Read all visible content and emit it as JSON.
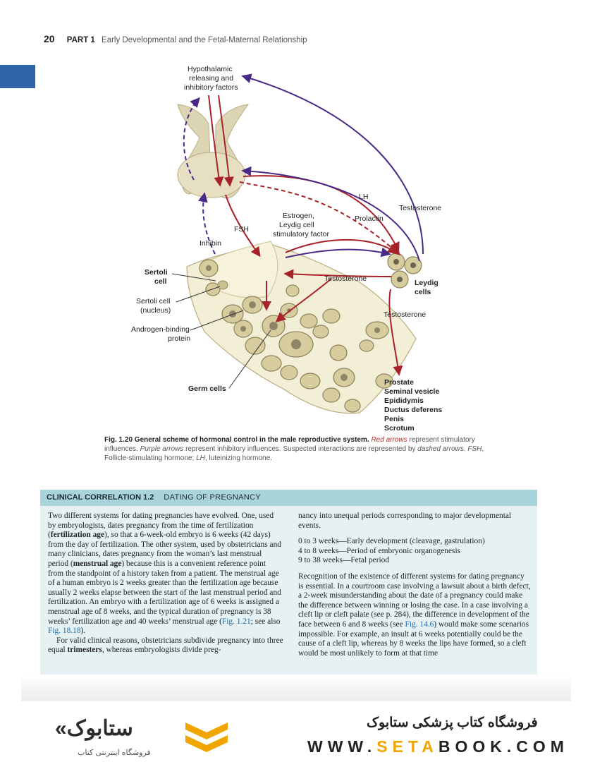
{
  "header": {
    "page_number": "20",
    "part": "PART 1",
    "title": "Early Developmental and the Fetal-Maternal Relationship"
  },
  "figure": {
    "labels": {
      "hypothalamic_1": "Hypothalamic",
      "hypothalamic_2": "releasing and",
      "hypothalamic_3": "inhibitory factors",
      "lh": "LH",
      "testosterone_top": "Testosterone",
      "prolactin": "Prolactin",
      "estrogen_1": "Estrogen,",
      "estrogen_2": "Leydig cell",
      "estrogen_3": "stimulatory factor",
      "fsh": "FSH",
      "inhibin": "Inhibin",
      "sertoli_1": "Sertoli",
      "sertoli_2": "cell",
      "sertoli_nucleus_1": "Sertoli cell",
      "sertoli_nucleus_2": "(nucleus)",
      "abp_1": "Androgen-binding",
      "abp_2": "protein",
      "germ_cells": "Germ cells",
      "testosterone_mid": "Testosterone",
      "leydig_1": "Leydig",
      "leydig_2": "cells",
      "testosterone_low": "Testosterone",
      "target_1": "Prostate",
      "target_2": "Seminal vesicle",
      "target_3": "Epididymis",
      "target_4": "Ductus deferens",
      "target_5": "Penis",
      "target_6": "Scrotum"
    },
    "colors": {
      "stimulatory": "#a8222a",
      "inhibitory": "#4a2a86",
      "tissue": "#f3eed6",
      "cell": "#d9cfa6"
    }
  },
  "caption": {
    "label": "Fig. 1.20",
    "title": "General scheme of hormonal control in the male reproductive system.",
    "red_arrows": "Red arrows",
    "text_1": " represent stimulatory influences. ",
    "purple_arrows": "Purple arrows",
    "text_2": " represent inhibitory influences. Suspected interactions are represented by ",
    "dashed_arrows": "dashed arrows",
    "text_3": ". ",
    "fsh": "FSH",
    "text_4": ", Follicle-stimulating hormone; ",
    "lh": "LH",
    "text_5": ", luteinizing hormone."
  },
  "box": {
    "label": "CLINICAL CORRELATION 1.2",
    "title": "DATING OF PREGNANCY",
    "left_p1_a": "Two different systems for dating pregnancies have evolved. One, used by embryologists, dates pregnancy from the time of fertilization (",
    "left_p1_b": "fertilization age",
    "left_p1_c": "), so that a 6-week-old embryo is 6 weeks (42 days) from the day of fertilization. The other system, used by obstetricians and many clinicians, dates pregnancy from the woman’s last menstrual period (",
    "left_p1_d": "menstrual age",
    "left_p1_e": ") because this is a convenient reference point from the standpoint of a history taken from a patient. The menstrual age of a human embryo is 2 weeks greater than the fertilization age because usually 2 weeks elapse between the start of the last menstrual period and fertilization. An embryo with a fertilization age of 6 weeks is assigned a menstrual age of 8 weeks, and the typical duration of pregnancy is 38 weeks’ fertilization age and 40 weeks’ menstrual age (",
    "left_p1_link1": "Fig. 1.21",
    "left_p1_f": "; see also ",
    "left_p1_link2": "Fig. 18.18",
    "left_p1_g": ").",
    "left_p2_a": "For valid clinical reasons, obstetricians subdivide pregnancy into three equal ",
    "left_p2_b": "trimesters",
    "left_p2_c": ", whereas embryologists divide preg-",
    "right_p1": "nancy into unequal periods corresponding to major developmental events.",
    "period_1": "0 to 3 weeks—Early development (cleavage, gastrulation)",
    "period_2": "4 to 8 weeks—Period of embryonic organogenesis",
    "period_3": "9 to 38 weeks—Fetal period",
    "right_p2_a": "Recognition of the existence of different systems for dating pregnancy is essential. In a courtroom case involving a lawsuit about a birth defect, a 2-week misunderstanding about the date of a pregnancy could make the difference between winning or losing the case. In a case involving a cleft lip or cleft palate (see p. 284), the difference in development of the face between 6 and 8 weeks (see ",
    "right_p2_link": "Fig. 14.6",
    "right_p2_b": ") would make some scenarios impossible. For example, an insult at 6 weeks potentially could be the cause of a cleft lip, whereas by 8 weeks the lips have formed, so a cleft would be most unlikely to form at that time"
  },
  "footer": {
    "logo_word": "«ستابوک",
    "logo_sub": "فروشگاه اینترنتی کتاب",
    "shop_name": "فروشگاه کتاب پزشکی ستابوک",
    "url_a": "WWW.",
    "url_b": "SETA",
    "url_c": "BOOK.COM"
  }
}
